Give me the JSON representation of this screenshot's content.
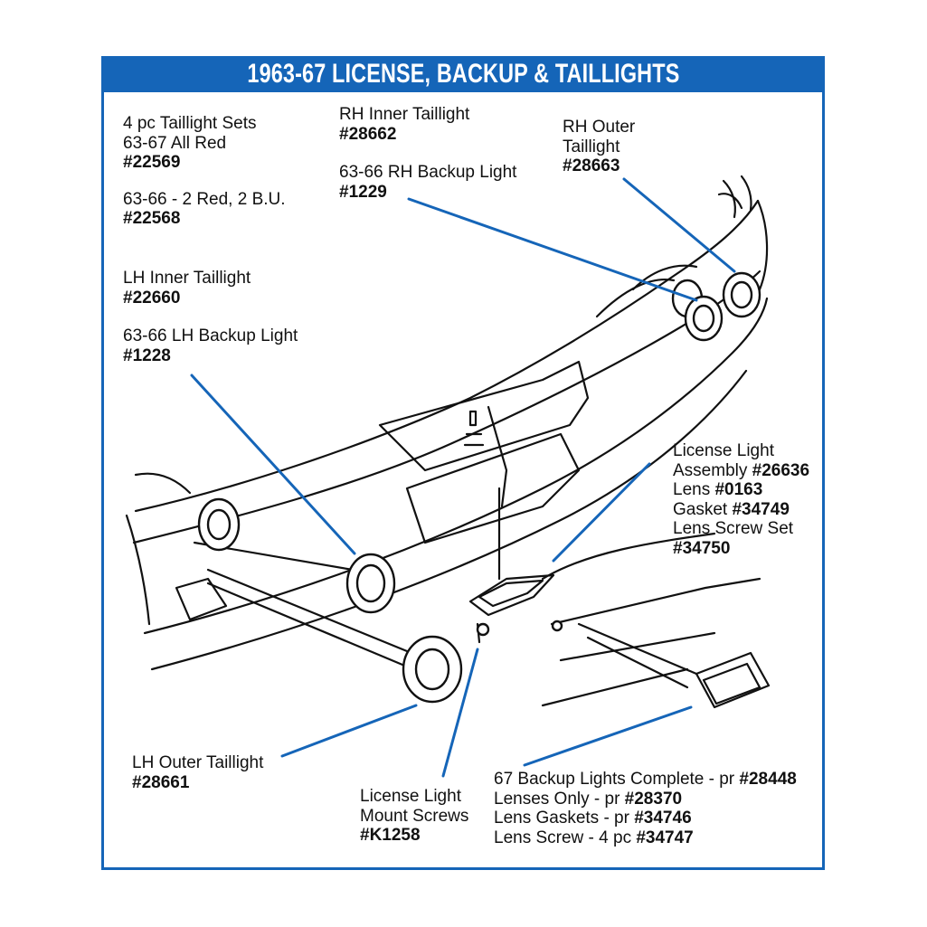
{
  "title": "1963-67 LICENSE, BACKUP & TAILLIGHTS",
  "colors": {
    "accent": "#1565b8",
    "line": "#1565b8",
    "text": "#111111"
  },
  "callouts": {
    "taillight_sets": {
      "l1": "4 pc Taillight Sets",
      "l2": "63-67 All Red",
      "p1": "#22569",
      "l3": "63-66 - 2 Red, 2 B.U.",
      "p2": "#22568"
    },
    "rh_inner": {
      "l1": "RH Inner Taillight",
      "p1": "#28662"
    },
    "rh_backup": {
      "l1": "63-66 RH Backup Light",
      "p1": "#1229"
    },
    "rh_outer": {
      "l1": "RH Outer",
      "l2": "Taillight",
      "p1": "#28663"
    },
    "lh_inner": {
      "l1": "LH Inner Taillight",
      "p1": "#22660"
    },
    "lh_backup": {
      "l1": "63-66 LH Backup Light",
      "p1": "#1228"
    },
    "license_assembly": {
      "l1": "License Light",
      "l2a": "Assembly ",
      "p1": "#26636",
      "l3a": "Lens ",
      "p2": "#0163",
      "l4a": "Gasket ",
      "p3": "#34749",
      "l5": "Lens Screw Set",
      "p4": "#34750"
    },
    "lh_outer": {
      "l1": "LH Outer Taillight",
      "p1": "#28661"
    },
    "mount_screws": {
      "l1": "License Light",
      "l2": "Mount Screws",
      "p1": "#K1258"
    },
    "backup_67": {
      "l1a": "67 Backup Lights Complete - pr ",
      "p1": "#28448",
      "l2a": "Lenses Only - pr ",
      "p2": "#28370",
      "l3a": "Lens Gaskets - pr ",
      "p3": "#34746",
      "l4a": "Lens Screw - 4 pc ",
      "p4": "#34747"
    }
  }
}
